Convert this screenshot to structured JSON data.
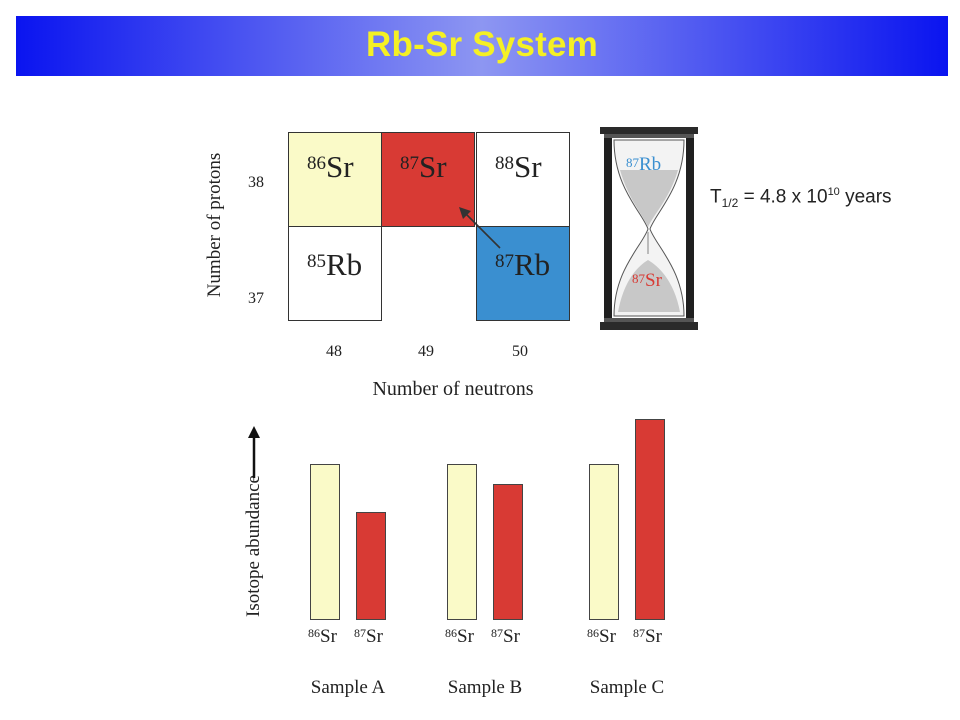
{
  "header": {
    "title": "Rb-Sr System"
  },
  "chart_of_nuclides": {
    "y_axis_label": "Number of protons",
    "x_axis_label": "Number of neutrons",
    "proton_ticks": [
      "38",
      "37"
    ],
    "neutron_ticks": [
      "48",
      "49",
      "50"
    ],
    "cells": [
      {
        "mass": "86",
        "symbol": "Sr",
        "color": "#fafac8"
      },
      {
        "mass": "87",
        "symbol": "Sr",
        "color": "#d83a34"
      },
      {
        "mass": "88",
        "symbol": "Sr",
        "color": "#ffffff"
      },
      {
        "mass": "85",
        "symbol": "Rb",
        "color": "#ffffff"
      },
      {
        "mass": "87",
        "symbol": "Rb",
        "color": "#3a8fd0"
      }
    ],
    "decay_arrow": {
      "from": "87Rb",
      "to": "87Sr"
    }
  },
  "hourglass": {
    "top_label": {
      "mass": "87",
      "symbol": "Rb",
      "color": "#3a8fd0"
    },
    "bottom_label": {
      "mass": "87",
      "symbol": "Sr",
      "color": "#d83a34"
    }
  },
  "half_life": {
    "prefix": "T",
    "subscript": "1/2",
    "middle": " = 4.8 x 10",
    "exponent": "10",
    "suffix": " years"
  },
  "chart_data": {
    "type": "bar",
    "ylabel": "Isotope abundance",
    "categories": [
      "Sample A",
      "Sample B",
      "Sample C"
    ],
    "bar_labels": [
      {
        "mass": "86",
        "symbol": "Sr"
      },
      {
        "mass": "87",
        "symbol": "Sr"
      }
    ],
    "series": [
      {
        "values": [
          1.0,
          1.0,
          1.0
        ],
        "color": "#fafac8"
      },
      {
        "values": [
          0.69,
          0.87,
          1.29
        ],
        "color": "#d83a34"
      }
    ]
  }
}
